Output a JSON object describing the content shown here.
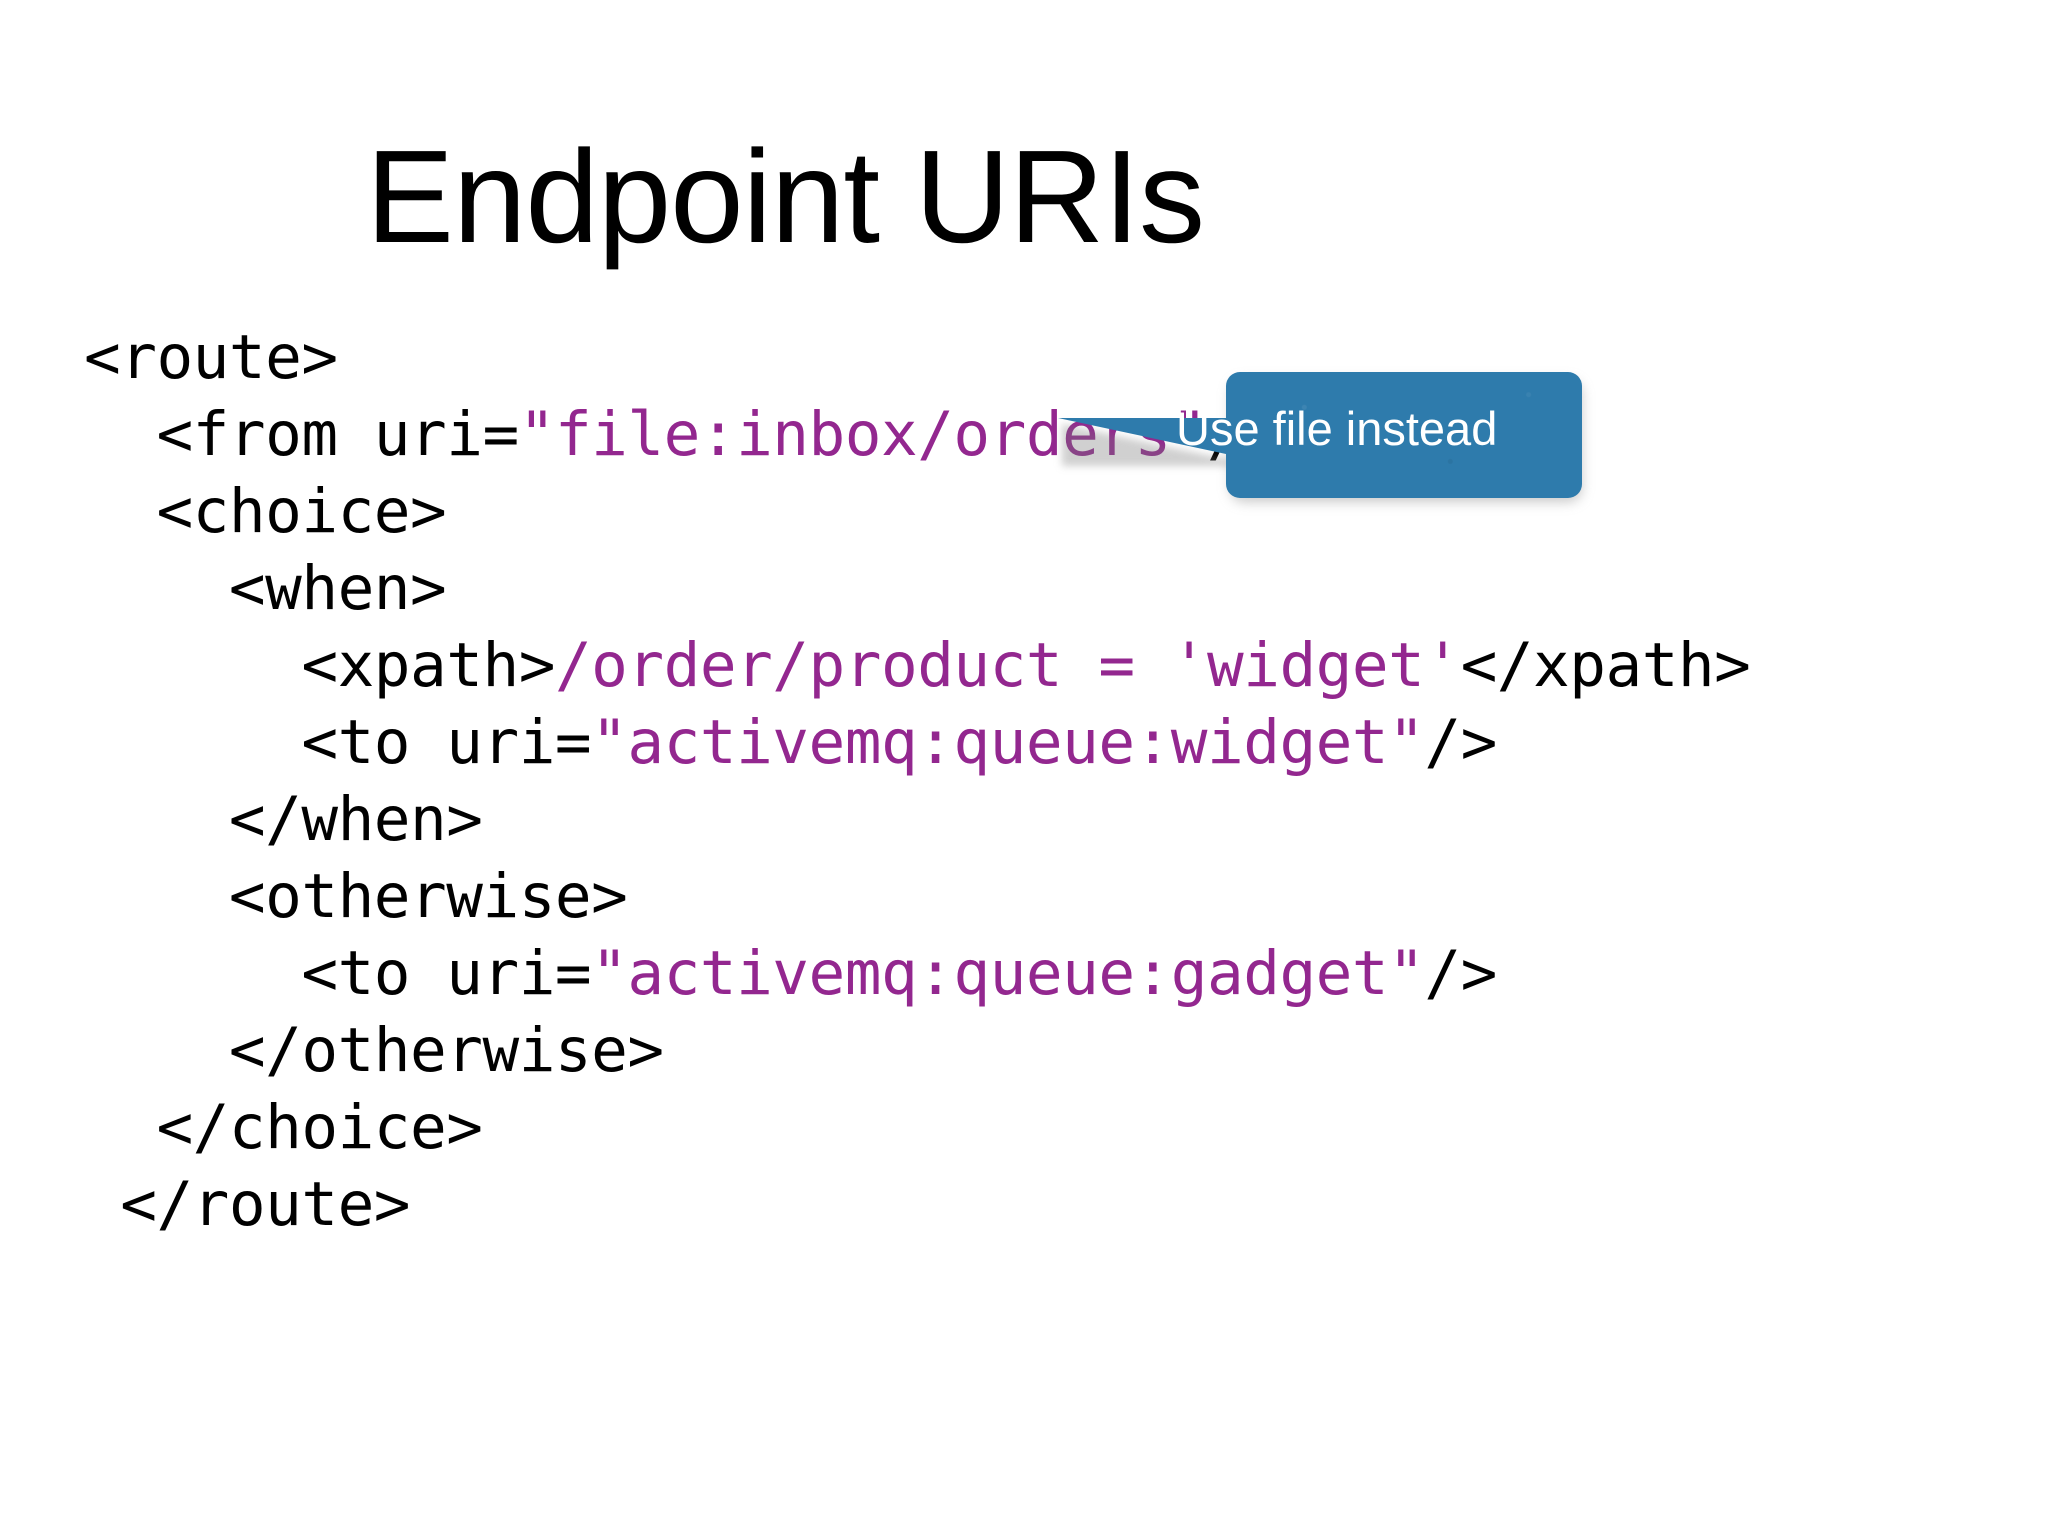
{
  "slide": {
    "title": "Endpoint URIs",
    "background_color": "#ffffff"
  },
  "colors": {
    "text": "#000000",
    "value": "#93278F",
    "callout_fill": "#2E7BAC",
    "callout_text": "#ffffff"
  },
  "code": {
    "language": "xml",
    "lines": [
      {
        "indent": 0,
        "parts": [
          {
            "text": "<route>",
            "kind": "tag"
          }
        ]
      },
      {
        "indent": 1,
        "parts": [
          {
            "text": "<from uri=",
            "kind": "tag"
          },
          {
            "text": "\"file:inbox/orders\"",
            "kind": "value"
          },
          {
            "text": "/>",
            "kind": "tag"
          }
        ]
      },
      {
        "indent": 1,
        "parts": [
          {
            "text": "<choice>",
            "kind": "tag"
          }
        ]
      },
      {
        "indent": 2,
        "parts": [
          {
            "text": "<when>",
            "kind": "tag"
          }
        ]
      },
      {
        "indent": 3,
        "parts": [
          {
            "text": "<xpath>",
            "kind": "tag"
          },
          {
            "text": "/order/product = 'widget'",
            "kind": "value"
          },
          {
            "text": "</xpath>",
            "kind": "tag"
          }
        ]
      },
      {
        "indent": 3,
        "parts": [
          {
            "text": "<to uri=",
            "kind": "tag"
          },
          {
            "text": "\"activemq:queue:widget\"",
            "kind": "value"
          },
          {
            "text": "/>",
            "kind": "tag"
          }
        ]
      },
      {
        "indent": 2,
        "parts": [
          {
            "text": "</when>",
            "kind": "tag"
          }
        ]
      },
      {
        "indent": 2,
        "parts": [
          {
            "text": "<otherwise>",
            "kind": "tag"
          }
        ]
      },
      {
        "indent": 3,
        "parts": [
          {
            "text": "<to uri=",
            "kind": "tag"
          },
          {
            "text": "\"activemq:queue:gadget\"",
            "kind": "value"
          },
          {
            "text": "/>",
            "kind": "tag"
          }
        ]
      },
      {
        "indent": 2,
        "parts": [
          {
            "text": "</otherwise>",
            "kind": "tag"
          }
        ]
      },
      {
        "indent": 1,
        "parts": [
          {
            "text": "</choice>",
            "kind": "tag"
          }
        ]
      },
      {
        "indent": 0,
        "parts": [
          {
            "text": " </route>",
            "kind": "tag"
          }
        ]
      }
    ]
  },
  "callout": {
    "text": "Use file instead",
    "points_to": "line-2-from-uri",
    "direction": "left"
  }
}
